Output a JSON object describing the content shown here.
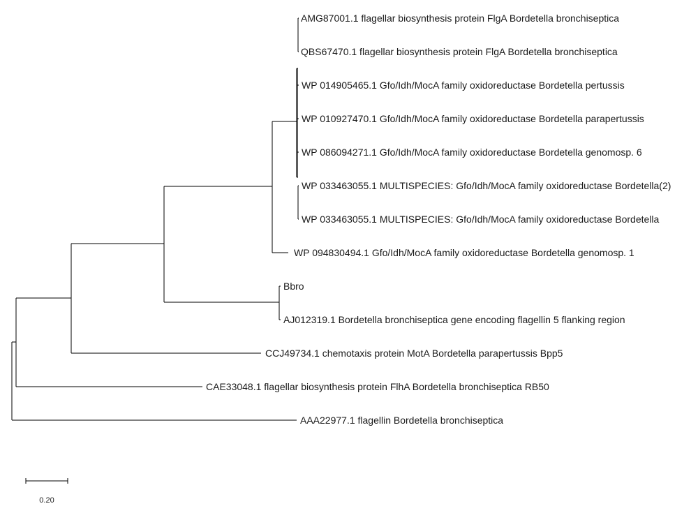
{
  "tree": {
    "leaves": [
      "AMG87001.1 flagellar biosynthesis protein FlgA Bordetella bronchiseptica",
      "QBS67470.1 flagellar biosynthesis protein FlgA Bordetella bronchiseptica",
      "WP 014905465.1 Gfo/Idh/MocA family oxidoreductase Bordetella pertussis",
      "WP 010927470.1 Gfo/Idh/MocA family oxidoreductase Bordetella parapertussis",
      "WP 086094271.1 Gfo/Idh/MocA family oxidoreductase Bordetella genomosp. 6",
      "WP 033463055.1 MULTISPECIES: Gfo/Idh/MocA family oxidoreductase Bordetella(2)",
      "WP 033463055.1 MULTISPECIES: Gfo/Idh/MocA family oxidoreductase Bordetella",
      "WP 094830494.1 Gfo/Idh/MocA family oxidoreductase Bordetella genomosp. 1",
      "Bbro",
      "AJ012319.1 Bordetella bronchiseptica gene encoding flagellin 5 flanking region",
      "CCJ49734.1 chemotaxis protein MotA Bordetella parapertussis Bpp5",
      "CAE33048.1 flagellar biosynthesis protein FlhA Bordetella bronchiseptica RB50",
      "AAA22977.1 flagellin Bordetella bronchiseptica"
    ],
    "scale_bar": {
      "label": "0.20",
      "length": 0.2
    }
  }
}
